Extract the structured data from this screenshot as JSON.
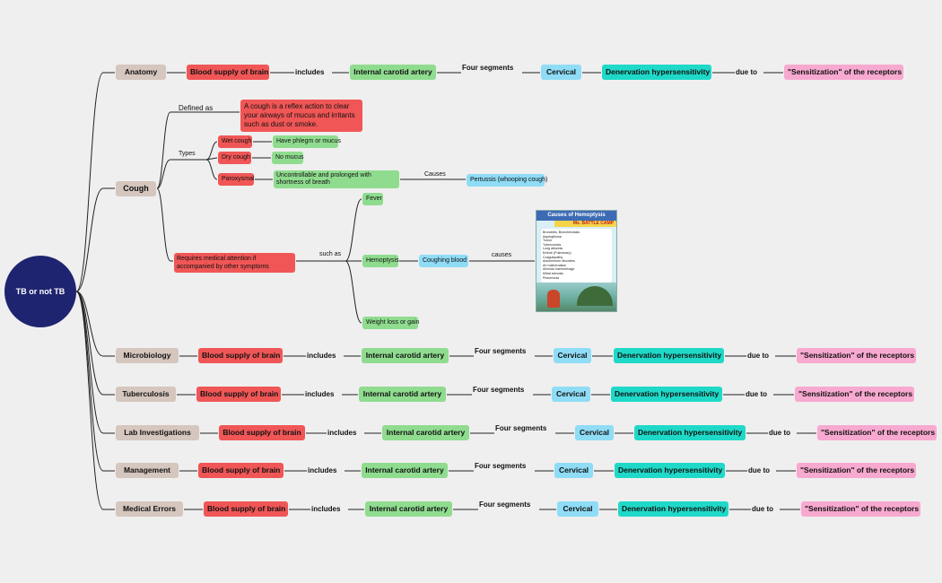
{
  "root": {
    "label": "TB or not TB"
  },
  "row_defaults": {
    "c1": "Blood supply of brain",
    "l1": "includes",
    "c2": "Internal carotid artery",
    "l2": "Four segments",
    "c3": "Cervical",
    "c4": "Denervation hypersensitivity",
    "l3": "due to",
    "c5": "\"Sensitization\" of the receptors"
  },
  "branches": {
    "anatomy": "Anatomy",
    "cough": "Cough",
    "microbiology": "Microbiology",
    "tuberculosis": "Tuberculosis",
    "lab": "Lab Investigations",
    "management": "Management",
    "errors": "Medical Errors"
  },
  "cough": {
    "defined_as": "Defined as",
    "definition": "A cough is a reflex action to clear your airways of mucus and irritants such as dust or smoke.",
    "types_label": "Types",
    "wet": "Wet cough",
    "wet_desc": "Have phlegm or mucus",
    "dry": "Dry cough",
    "dry_desc": "No mucus",
    "parox": "Paroxysmal",
    "parox_desc": "Uncontrollable and prolonged with shortness of breath",
    "causes_label": "Causes",
    "pertussis": "Pertussis (whooping cough)",
    "requires": "Requires medical attention if accompanied by other symptoms",
    "such_as": "such as",
    "fever": "Fever",
    "hemoptysis": "Hemoptysis",
    "coughing_blood": "Coughing blood",
    "causes_lower": "causes",
    "weight": "Weight loss or gain"
  },
  "poster": {
    "title": "Causes of Hemoptysis",
    "subtitle": "Ms. BATTLE CAMP",
    "items": [
      "Bronchitis, Bronchiectasis",
      "Aspergilloma",
      "Tumor",
      "Tuberculosis",
      "Lung abscess",
      "Emboli (Pulmonary)",
      "Coagulopathy",
      "Autoimmune disorders",
      "AV malformation",
      "Alveolar haemorrhage",
      "Mitral stenosis",
      "Pneumonia"
    ]
  },
  "colors": {
    "root": "#1f2470",
    "branch": "#d5c6be",
    "red": "#f05656",
    "green": "#8fdc8f",
    "blue": "#8fdcf6",
    "teal": "#1fd9c8",
    "pink": "#f8a9d0"
  }
}
